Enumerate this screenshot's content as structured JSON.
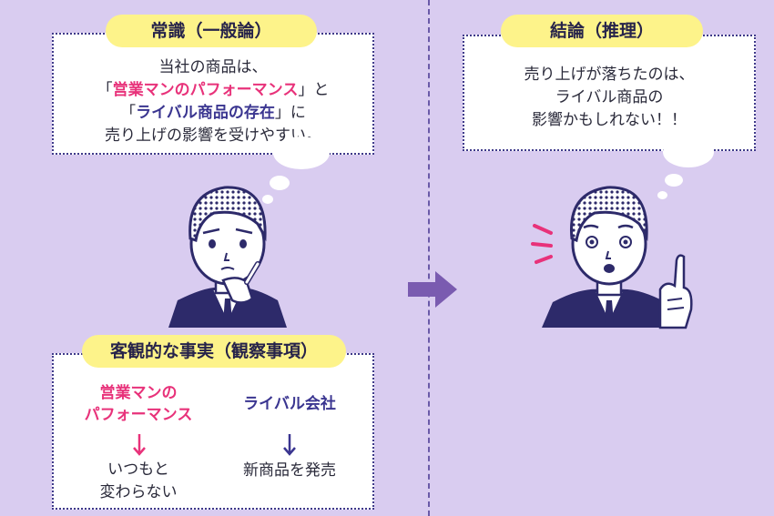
{
  "left_box": {
    "title": "常識（一般論）",
    "line1": "当社の商品は、",
    "line2_open": "「",
    "line2_highlight": "営業マンのパフォーマンス",
    "line2_close": "」と",
    "line3_open": "「",
    "line3_highlight": "ライバル商品の存在",
    "line3_close": "」に",
    "line4": "売り上げの影響を受けやすい。"
  },
  "right_box": {
    "title": "結論（推理）",
    "line1": "売り上げが落ちたのは、",
    "line2": "ライバル商品の",
    "line3": "影響かもしれない！！"
  },
  "facts_box": {
    "title": "客観的な事実（観察事項）",
    "card1_line1": "営業マンの",
    "card1_line2": "パフォーマンス",
    "card2": "ライバル会社",
    "result1_line1": "いつもと",
    "result1_line2": "変わらない",
    "result2": "新商品を発売"
  },
  "colors": {
    "background": "#d9ccf0",
    "pink": "#e8327a",
    "navy": "#3a3590",
    "pill": "#fdf38a",
    "arrow": "#7a5bb0"
  }
}
